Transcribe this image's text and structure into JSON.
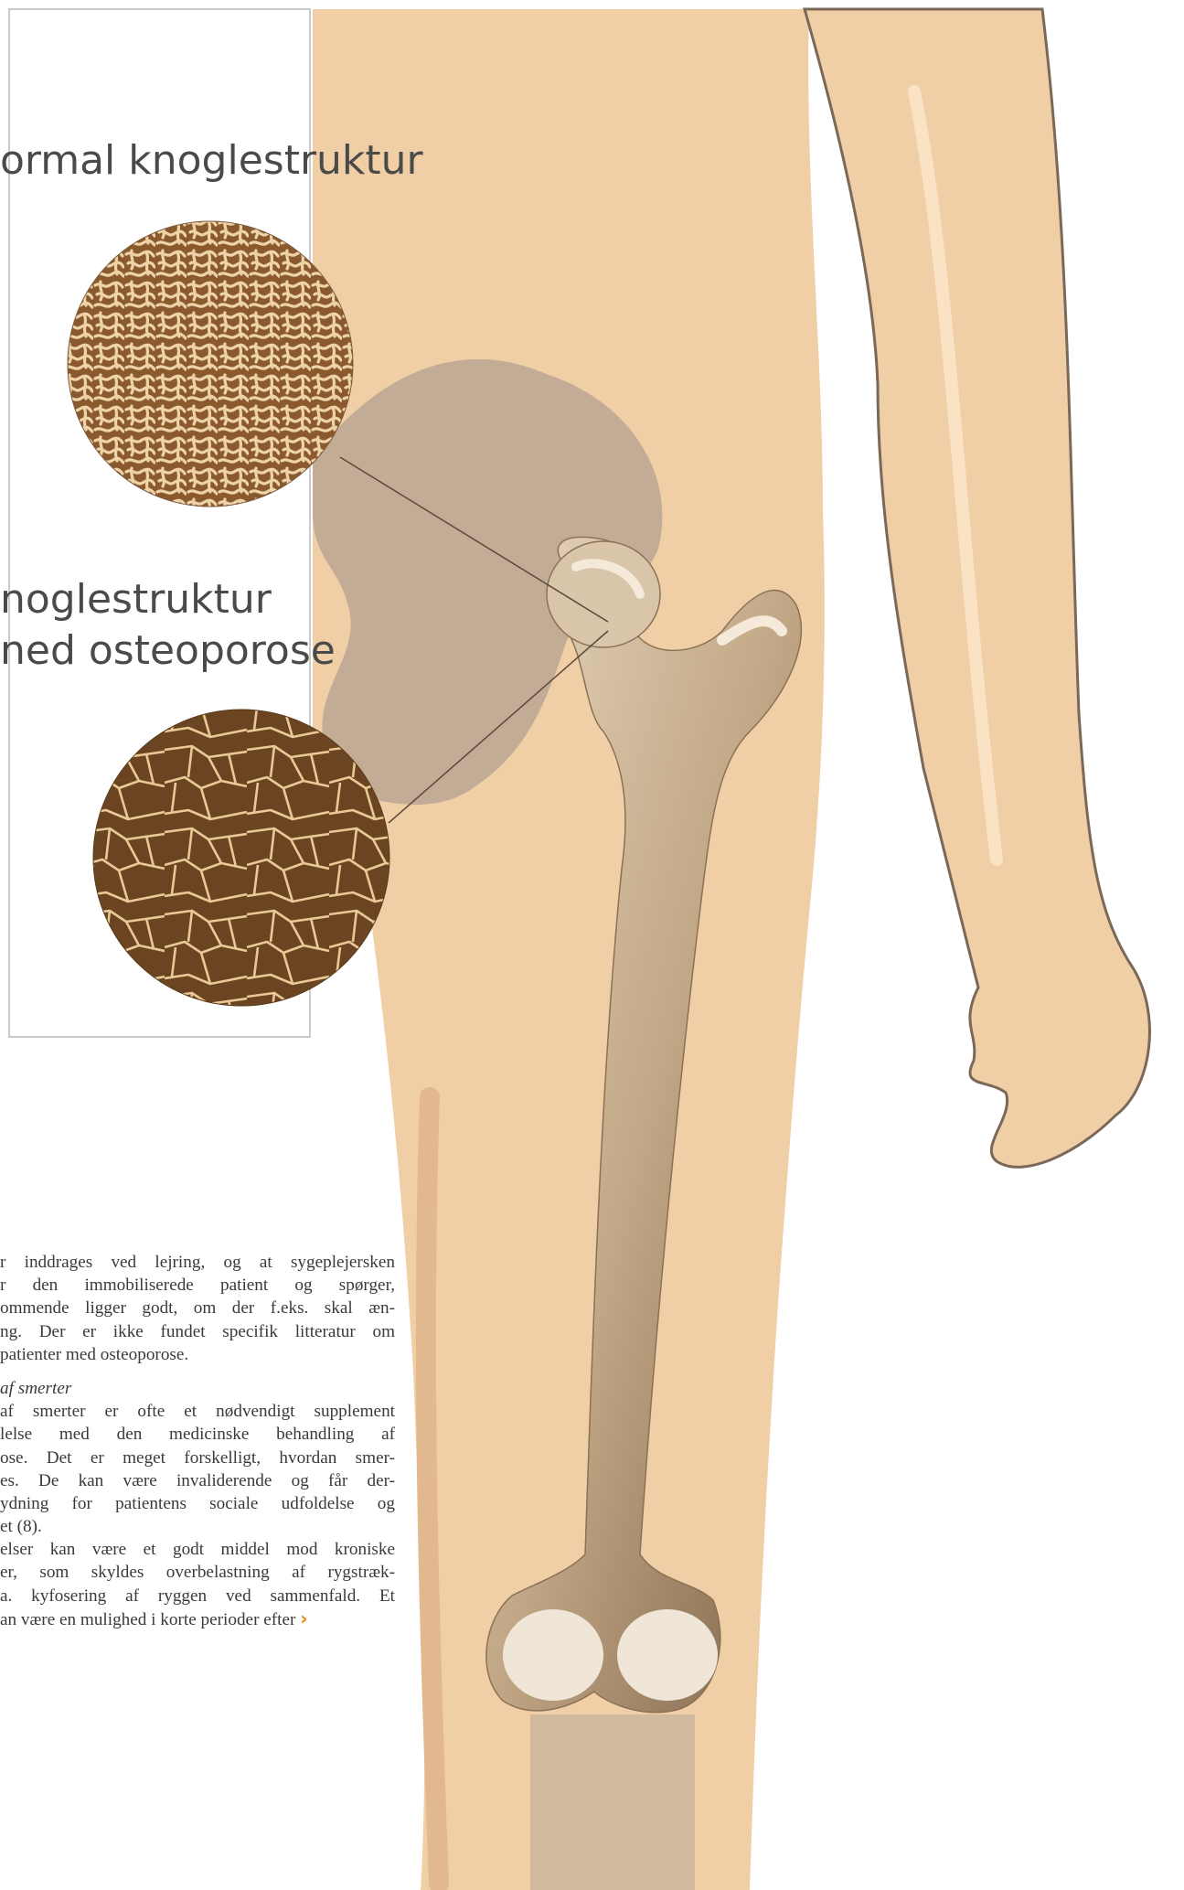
{
  "figure": {
    "label_normal": "ormal knoglestruktur",
    "label_osteo_line1": "noglestruktur",
    "label_osteo_line2": "ned osteoporose",
    "colors": {
      "skin": "#f1cfa6",
      "skin_outline": "#7a6858",
      "pelvis": "#c3ac95",
      "bone": "#cdb59a",
      "normal_bone_pattern": "#c8955a",
      "osteo_bone_pattern": "#6b4522"
    }
  },
  "text": {
    "lines": [
      "r inddrages ved lejring, og at sygeplejersken",
      "r den immobiliserede patient og spørger,",
      "ommende ligger godt, om der f.eks. skal æn-",
      "ng. Der er ikke fundet specifik litteratur om",
      " patienter med osteoporose."
    ],
    "heading": "af smerter",
    "lines2": [
      "af smerter er ofte et nødvendigt supplement",
      "lelse med den medicinske behandling af",
      "ose. Det er meget forskelligt, hvordan smer-",
      "es. De kan være invaliderende og får der-",
      "ydning for patientens sociale udfoldelse og",
      "et (8)."
    ],
    "lines3": [
      "elser kan være et godt middel mod kroniske",
      "er, som skyldes overbelastning af rygstræk-",
      "a. kyfosering af ryggen ved sammenfald. Et",
      "an være en mulighed i korte perioder efter"
    ],
    "continue_marker": "›"
  }
}
